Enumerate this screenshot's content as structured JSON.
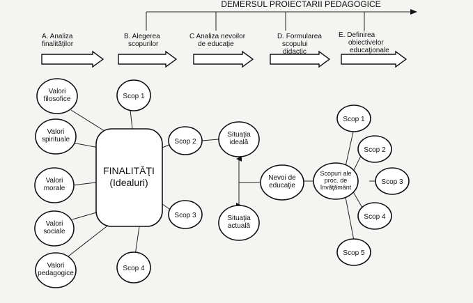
{
  "header": {
    "title": "DEMERSUL PROIECTARII PEDAGOGICE"
  },
  "steps": [
    {
      "lines": [
        "A. Analiza",
        "finalităţilor"
      ]
    },
    {
      "lines": [
        "B. Alegerea",
        "scopurilor"
      ]
    },
    {
      "lines": [
        "C Analiza nevoilor",
        "de educaţie"
      ]
    },
    {
      "lines": [
        "D. Formularea",
        "scopului",
        "didactic"
      ]
    },
    {
      "lines": [
        "E. Definirea",
        "obiectivelor",
        "educaţionale"
      ]
    }
  ],
  "values": [
    {
      "lines": [
        "Valori",
        "filosofice"
      ]
    },
    {
      "lines": [
        "Valori",
        "spirituale"
      ]
    },
    {
      "lines": [
        "Valori",
        "morale"
      ]
    },
    {
      "lines": [
        "Valori",
        "sociale"
      ]
    },
    {
      "lines": [
        "Valori",
        "pedagogice"
      ]
    }
  ],
  "center": {
    "lines": [
      "FINALITĂŢI",
      "(Idealuri)"
    ]
  },
  "left_scopes": [
    {
      "label": "Scop 1"
    },
    {
      "label": "Scop 2"
    },
    {
      "label": "Scop 3"
    },
    {
      "label": "Scop 4"
    }
  ],
  "situations": [
    {
      "lines": [
        "Situaţia",
        "ideală"
      ]
    },
    {
      "lines": [
        "Situaţia",
        "actuală"
      ]
    }
  ],
  "needs": {
    "lines": [
      "Nevoi de",
      "educaţie"
    ]
  },
  "purposes": {
    "lines": [
      "Scopuri ale",
      "proc. de",
      "învăţământ"
    ]
  },
  "right_scopes": [
    {
      "label": "Scop 1"
    },
    {
      "label": "Scop 2"
    },
    {
      "label": "Scop 3"
    },
    {
      "label": "Scop 4"
    },
    {
      "label": "Scop 5"
    }
  ]
}
